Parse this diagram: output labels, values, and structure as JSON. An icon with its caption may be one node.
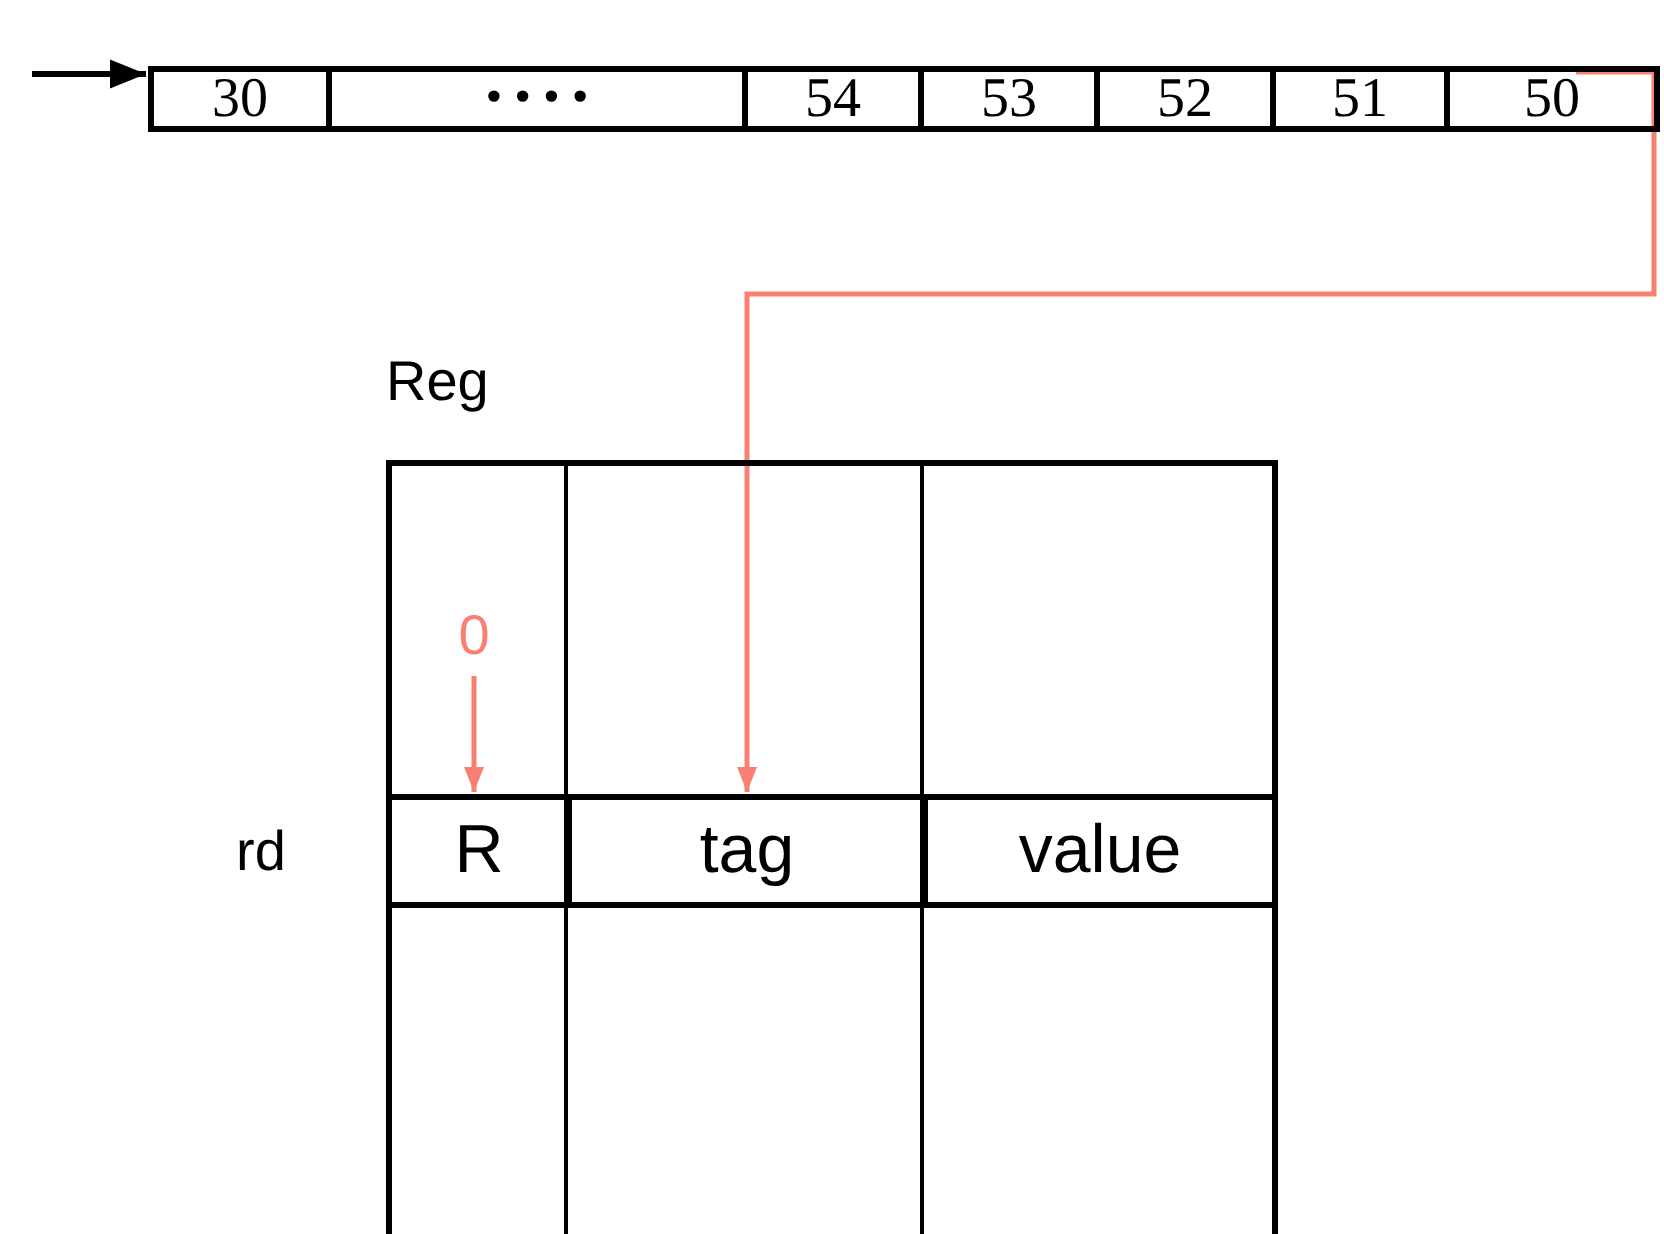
{
  "diagram": {
    "nodes": [
      {
        "text": [
          "30"
        ]
      },
      {
        "text": [
          "• • • •"
        ]
      },
      {
        "text": [
          "54"
        ]
      },
      {
        "text": [
          "53"
        ]
      },
      {
        "text": [
          "52"
        ]
      },
      {
        "text": [
          "51"
        ]
      },
      {
        "text": [
          "50"
        ]
      },
      {
        "text": [
          "Reg"
        ]
      },
      {
        "text": [
          "0"
        ],
        "in": 7
      },
      {
        "text": [
          "R"
        ],
        "in": 7
      },
      {
        "text": [
          "tag"
        ],
        "in": 7
      },
      {
        "text": [
          "value"
        ],
        "in": 7
      }
    ],
    "edges": [
      {
        "from": null,
        "to": 0,
        "arrow": "to",
        "color": "#000000"
      },
      {
        "from": 6,
        "to": 10,
        "arrow": "to",
        "color": "#f87f72"
      },
      {
        "from": 8,
        "to": 9,
        "arrow": "to",
        "color": "#f87f72"
      }
    ],
    "labels": [
      "rd"
    ]
  }
}
